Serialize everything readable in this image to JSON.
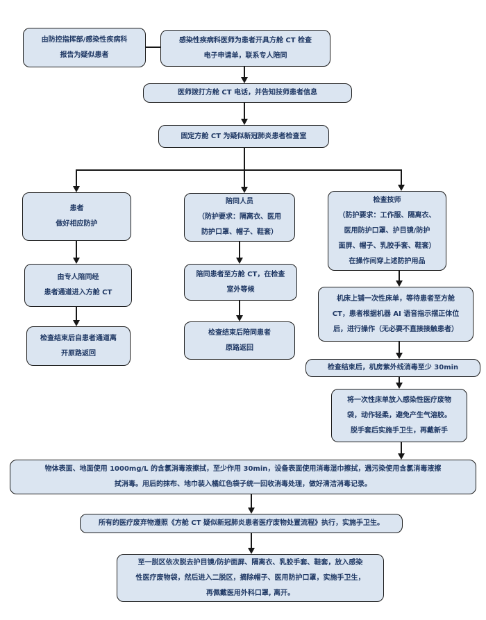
{
  "title": "方舱CT疑似新冠肺炎患者检查流程图",
  "colors": {
    "box_fill": "#dbe5f1",
    "box_border": "#1a1a1a",
    "text": "#1f3864",
    "connector": "#161616",
    "background": "#ffffff"
  },
  "nodes": {
    "report": {
      "lines": [
        "由防控指挥部/感染性疾病科",
        "报告为疑似患者"
      ]
    },
    "order": {
      "lines": [
        "感染性疾病科医师为患者开具方舱 CT 检查",
        "电子申请单，联系专人陪同"
      ]
    },
    "call": {
      "lines": [
        "医师拨打方舱 CT 电话，并告知技师患者信息"
      ]
    },
    "fix_room": {
      "lines": [
        "固定方舱 CT 为疑似新冠肺炎患者检查室"
      ]
    },
    "patient1": {
      "lines": [
        "患者",
        "做好相应防护"
      ]
    },
    "patient2": {
      "lines": [
        "由专人陪同经",
        "患者通道进入方舱 CT"
      ]
    },
    "patient3": {
      "lines": [
        "检查结束后自患者通道离",
        "开原路返回"
      ]
    },
    "escort1": {
      "lines": [
        "陪同人员",
        "（防护要求：隔离衣、医用",
        "防护口罩、帽子、鞋套）"
      ]
    },
    "escort2": {
      "lines": [
        "陪同患者至方舱 CT，在检查",
        "室外等候"
      ]
    },
    "escort3": {
      "lines": [
        "检查结束后陪同患者",
        "原路返回"
      ]
    },
    "tech1": {
      "lines": [
        "检查技师",
        "（防护要求：工作服、隔离衣、",
        "医用防护口罩、护目镜/防护",
        "面屏、帽子、乳胶手套、鞋套）",
        "在操作间穿上述防护用品"
      ]
    },
    "tech2": {
      "lines": [
        "机床上铺一次性床单，等待患者至方舱",
        "CT，患者根据机器 AI 语音指示摆正体位",
        "后，进行操作（无必要不直接接触患者）"
      ]
    },
    "tech3": {
      "lines": [
        "检查结束后，机房紫外线消毒至少 30min"
      ]
    },
    "tech4": {
      "lines": [
        "将一次性床单放入感染性医疗废物",
        "袋，动作轻柔，避免产生气溶胶。",
        "脱手套后实施手卫生，再戴新手"
      ]
    },
    "disinfect": {
      "lines": [
        "物体表面、地面使用 1000mg/L 的含氯消毒液擦拭，至少作用 30min，设备表面使用消毒湿巾擦拭，遇污染使用含氯消毒液擦",
        "拭消毒。用后的抹布、地巾装入橘红色袋子统一回收消毒处理，做好清洁消毒记录。"
      ]
    },
    "waste": {
      "lines": [
        "所有的医疗废弃物遵照《方舱 CT 疑似新冠肺炎患者医疗废物处置流程》执行，实施手卫生。"
      ]
    },
    "doffing": {
      "lines": [
        "至一脱区依次脱去护目镜/防护面屏、隔离衣、乳胶手套、鞋套，放入感染",
        "性医疗废物袋，然后进入二脱区，摘除帽子、医用防护口罩，实施手卫生，",
        "再佩戴医用外科口罩, 离开。"
      ]
    }
  }
}
